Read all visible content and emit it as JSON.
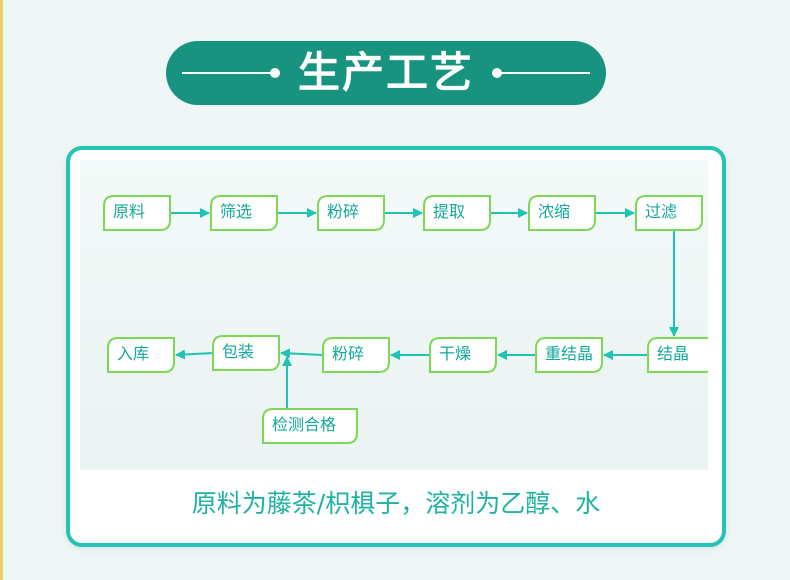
{
  "title": "生产工艺",
  "steps_row1": [
    "原料",
    "筛选",
    "粉碎",
    "提取",
    "浓缩",
    "过滤"
  ],
  "steps_row2": [
    "结晶",
    "重结晶",
    "干燥",
    "粉碎",
    "包装",
    "入库"
  ],
  "branch_step": "检测合格",
  "caption": "原料为藤茶/枳椇子，溶剂为乙醇、水",
  "colors": {
    "teal": "#17937f",
    "border": "#23c4b3",
    "box_stroke": "#7ed858",
    "arrow": "#1fc2b4",
    "text": "#13a89a"
  }
}
